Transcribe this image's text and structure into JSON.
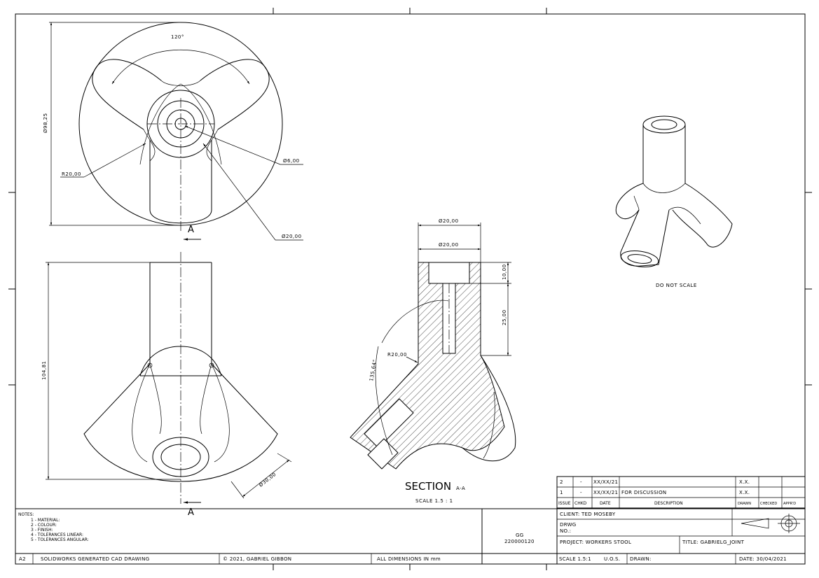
{
  "views": {
    "top": {
      "angle_label": "120°",
      "diameter_label": "Ø98,25",
      "radius_label": "R20,00",
      "hole_label": "Ø6,00",
      "outer_label": "Ø20,00",
      "section_marker": "A"
    },
    "front": {
      "height_label": "104,81",
      "leg_label": "Ø30,00",
      "section_marker": "A"
    },
    "section": {
      "top_width_label": "Ø20,00",
      "bore_label": "Ø20,00",
      "depth_label": "10,00",
      "hole_depth_label": "25,00",
      "radius_label": "R20,00",
      "angle_label": "135,64°",
      "title": "SECTION",
      "title_suffix": "A-A",
      "scale": "SCALE 1.5 : 1"
    },
    "iso": {
      "note": "DO NOT SCALE"
    }
  },
  "revisions": {
    "rows": [
      {
        "issue": "2",
        "chkd": "-",
        "date": "XX/XX/21",
        "description": "",
        "drawn": "X.X.",
        "checked": "",
        "approved": ""
      },
      {
        "issue": "1",
        "chkd": "-",
        "date": "XX/XX/21",
        "description": "FOR DISCUSSION",
        "drawn": "X.X.",
        "checked": "",
        "approved": ""
      }
    ],
    "headers": {
      "issue": "ISSUE",
      "chkd": "CHKD",
      "date": "DATE",
      "description": "DESCRIPTION",
      "drawn": "DRAWN",
      "checked": "CHECKED",
      "approved": "APPR'D"
    }
  },
  "title_block": {
    "client": "CLIENT: TED MOSEBY",
    "drwg_line1": "DRWG",
    "drwg_line2": "NO.:",
    "project": "PROJECT: WORKERS STOOL",
    "title": "TITLE: GABRIELG_JOINT",
    "scale": "SCALE 1.5:1",
    "uos": "U.O.S.",
    "drawn": "DRAWN:",
    "date": "DATE: 30/04/2021",
    "initials": "GG",
    "number": "220000120"
  },
  "notes": {
    "heading": "NOTES:",
    "items": [
      "1 - MATERIAL:",
      "2 - COLOUR:",
      "3 - FINISH:",
      "4 - TOLERANCES LINEAR:",
      "5 - TOLERANCES ANGULAR:"
    ]
  },
  "footer": {
    "size": "A2",
    "generated": "SOLIDWORKS GENERATED CAD DRAWING",
    "copyright": "© 2021, GABRIEL GIBBON",
    "units": "ALL DIMENSIONS IN mm"
  }
}
